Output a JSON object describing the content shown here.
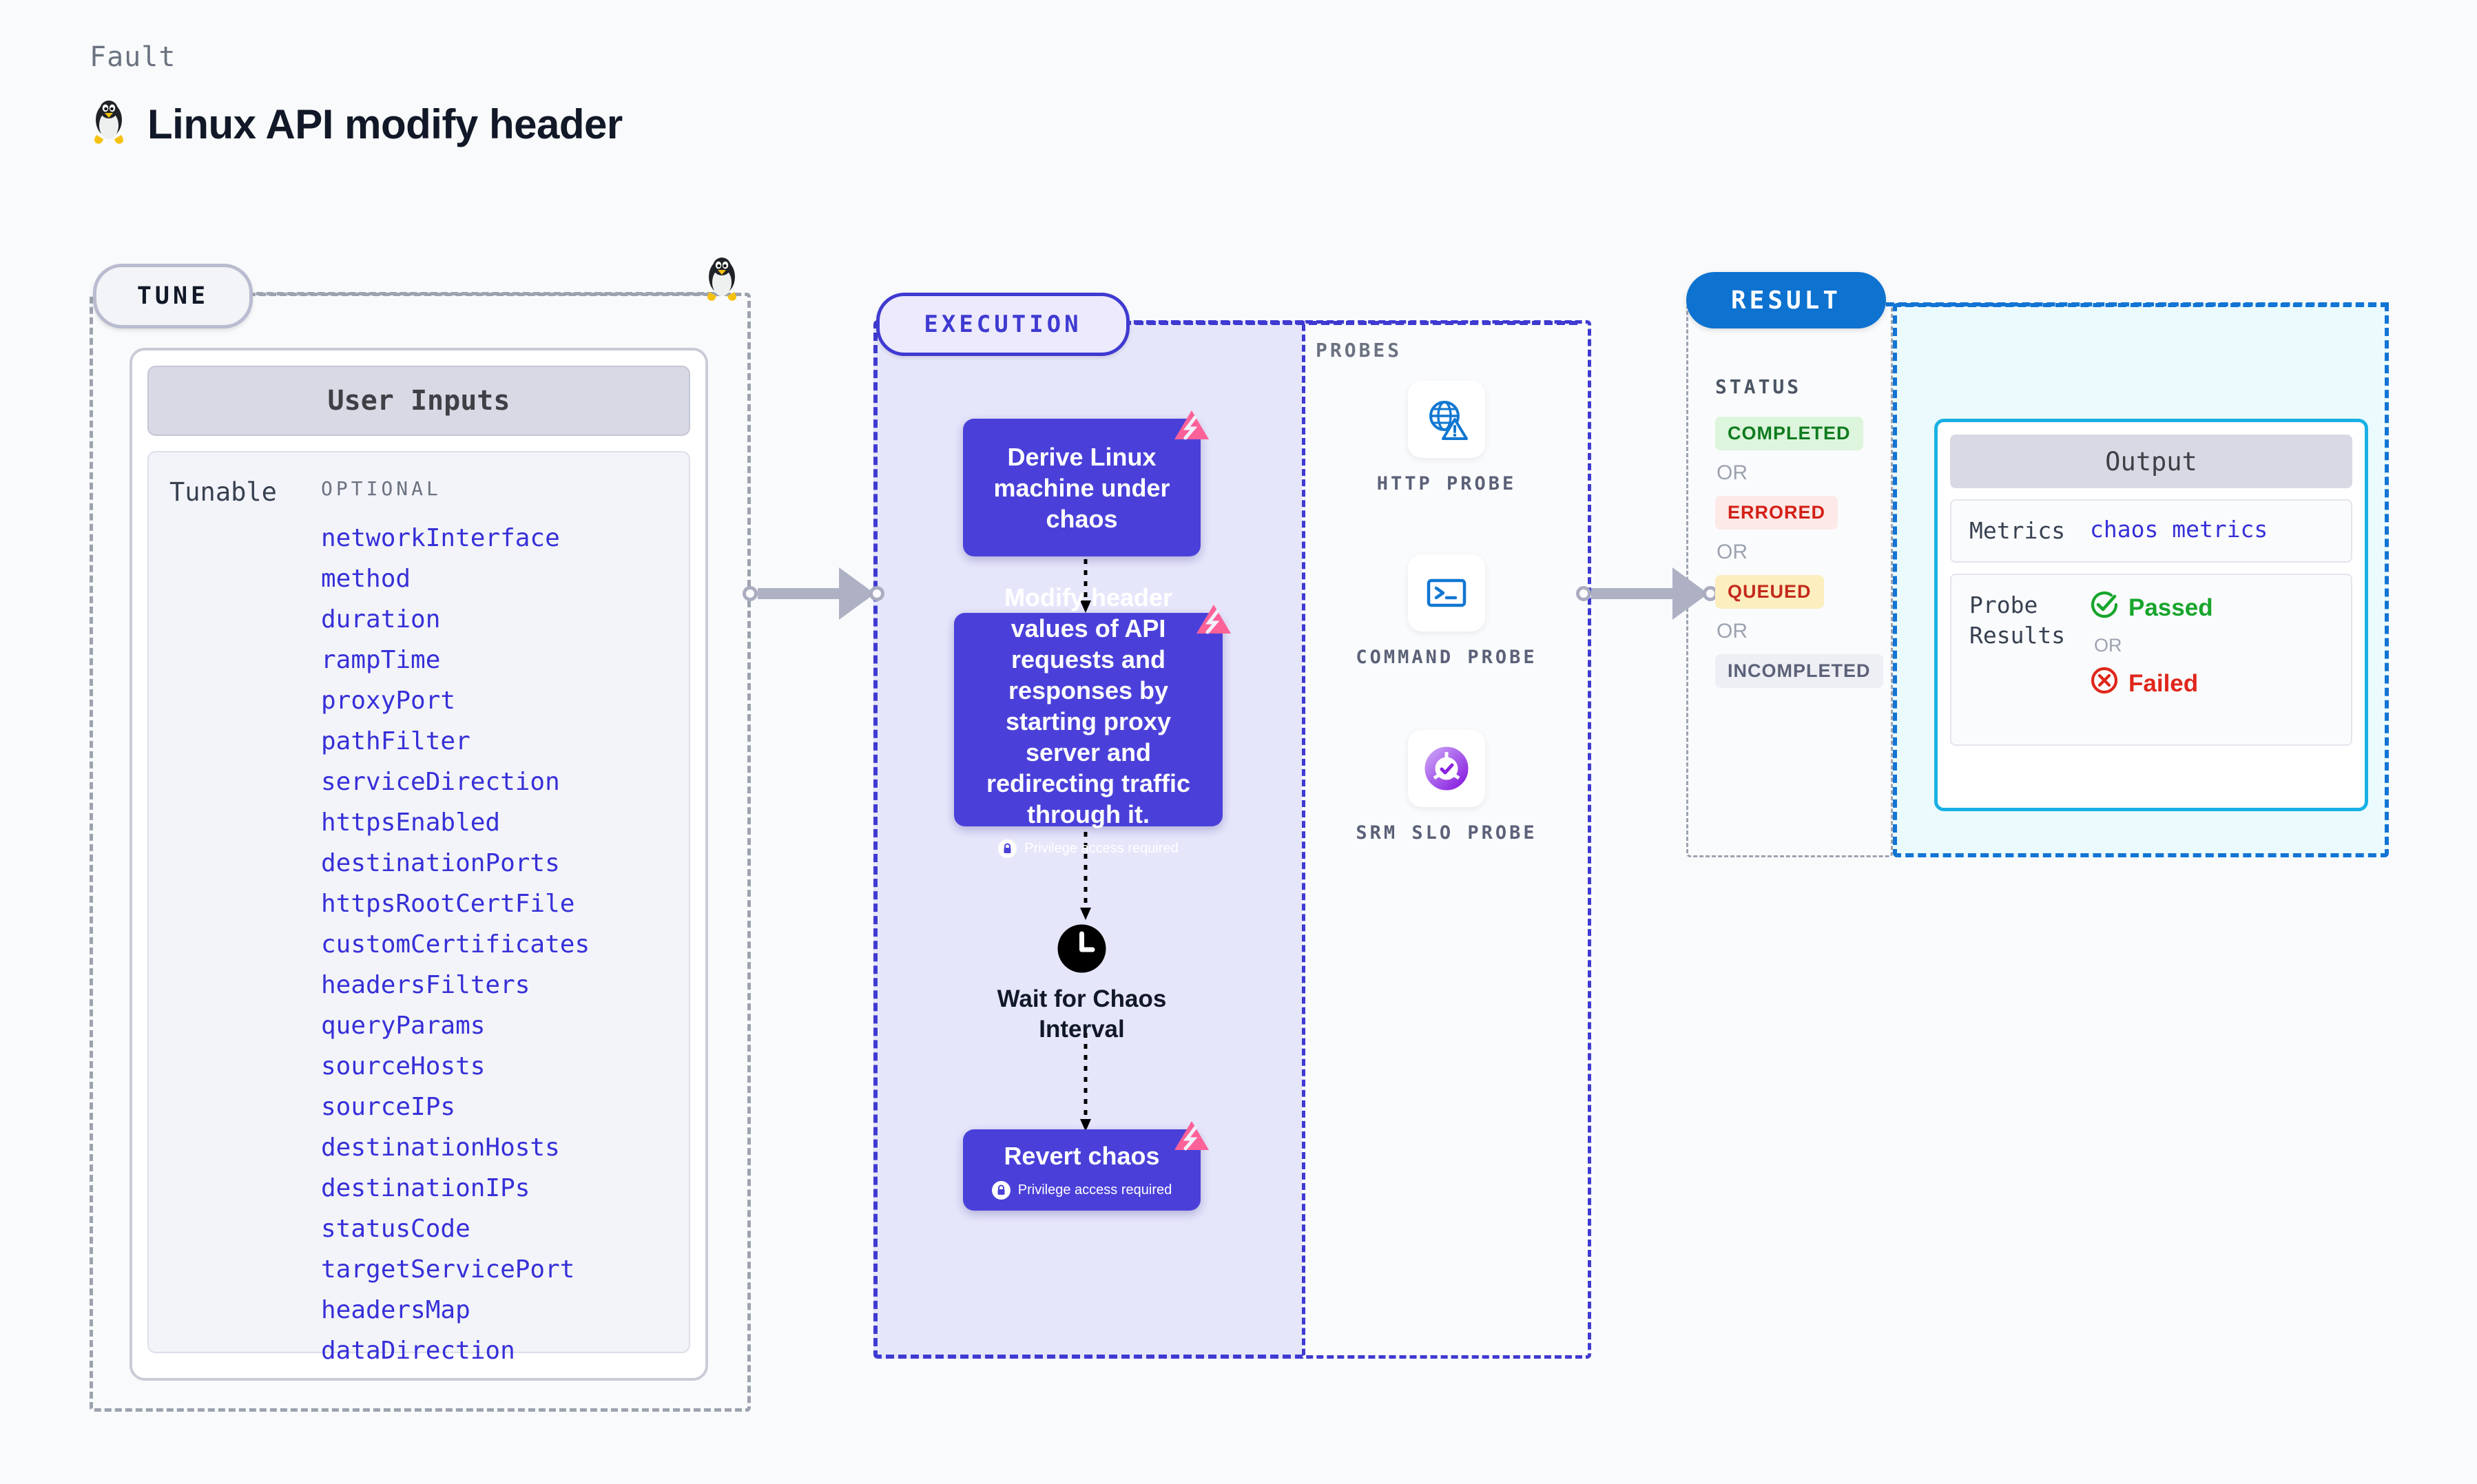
{
  "header": {
    "kicker": "Fault",
    "title": "Linux API modify header",
    "os_icon": "linux-penguin-icon"
  },
  "tune": {
    "badge": "TUNE",
    "penguin_icon": "linux-penguin-icon",
    "card_title": "User Inputs",
    "group_label": "Tunable",
    "optional_label": "OPTIONAL",
    "params": [
      "networkInterface",
      "method",
      "duration",
      "rampTime",
      "proxyPort",
      "pathFilter",
      "serviceDirection",
      "httpsEnabled",
      "destinationPorts",
      "httpsRootCertFile",
      "customCertificates",
      "headersFilters",
      "queryParams",
      "sourceHosts",
      "sourceIPs",
      "destinationHosts",
      "destinationIPs",
      "statusCode",
      "targetServicePort",
      "headersMap",
      "dataDirection"
    ]
  },
  "execution": {
    "badge": "EXECUTION",
    "privilege_note": "Privilege access required",
    "nodes": [
      {
        "name": "derive-linux-machine",
        "title": "Derive Linux machine under chaos",
        "privilege": false,
        "ribbon": "chaos-fault-ribbon-icon"
      },
      {
        "name": "modify-header-values",
        "title": "Modify header values of API requests and responses by starting proxy server and redirecting traffic through it.",
        "privilege": true,
        "ribbon": "chaos-fault-ribbon-icon"
      },
      {
        "name": "revert-chaos",
        "title": "Revert chaos",
        "privilege": true,
        "ribbon": "chaos-fault-ribbon-icon"
      }
    ],
    "wait": {
      "icon": "clock-icon",
      "label": "Wait for Chaos Interval"
    }
  },
  "probes": {
    "label": "PROBES",
    "items": [
      {
        "label": "HTTP PROBE",
        "icon": "globe-warning-icon"
      },
      {
        "label": "COMMAND PROBE",
        "icon": "terminal-icon"
      },
      {
        "label": "SRM SLO PROBE",
        "icon": "slo-donut-icon"
      }
    ]
  },
  "result": {
    "badge": "RESULT",
    "status_label": "STATUS",
    "or_text": "OR",
    "statuses": [
      {
        "label": "COMPLETED",
        "bg": "#dcf5dc",
        "fg": "#0f7b1f"
      },
      {
        "label": "ERRORED",
        "bg": "#fde9e7",
        "fg": "#d31f16"
      },
      {
        "label": "QUEUED",
        "bg": "#fdeec0",
        "fg": "#c32a1c"
      },
      {
        "label": "INCOMPLETED",
        "bg": "#eeeff4",
        "fg": "#5b6178"
      }
    ],
    "output": {
      "title": "Output",
      "metrics_key": "Metrics",
      "metrics_value": "chaos metrics",
      "probe_results_key": "Probe Results",
      "passed_label": "Passed",
      "failed_label": "Failed",
      "or_text": "OR",
      "passed_color": "#17a52b",
      "failed_color": "#e0261b"
    }
  },
  "colors": {
    "node": "#4a40d9",
    "execution_accent": "#3f3ad1",
    "result_accent": "#0d72d0",
    "output_border": "#19b0e5",
    "param": "#3730d8",
    "ribbon": "#fc6198"
  }
}
